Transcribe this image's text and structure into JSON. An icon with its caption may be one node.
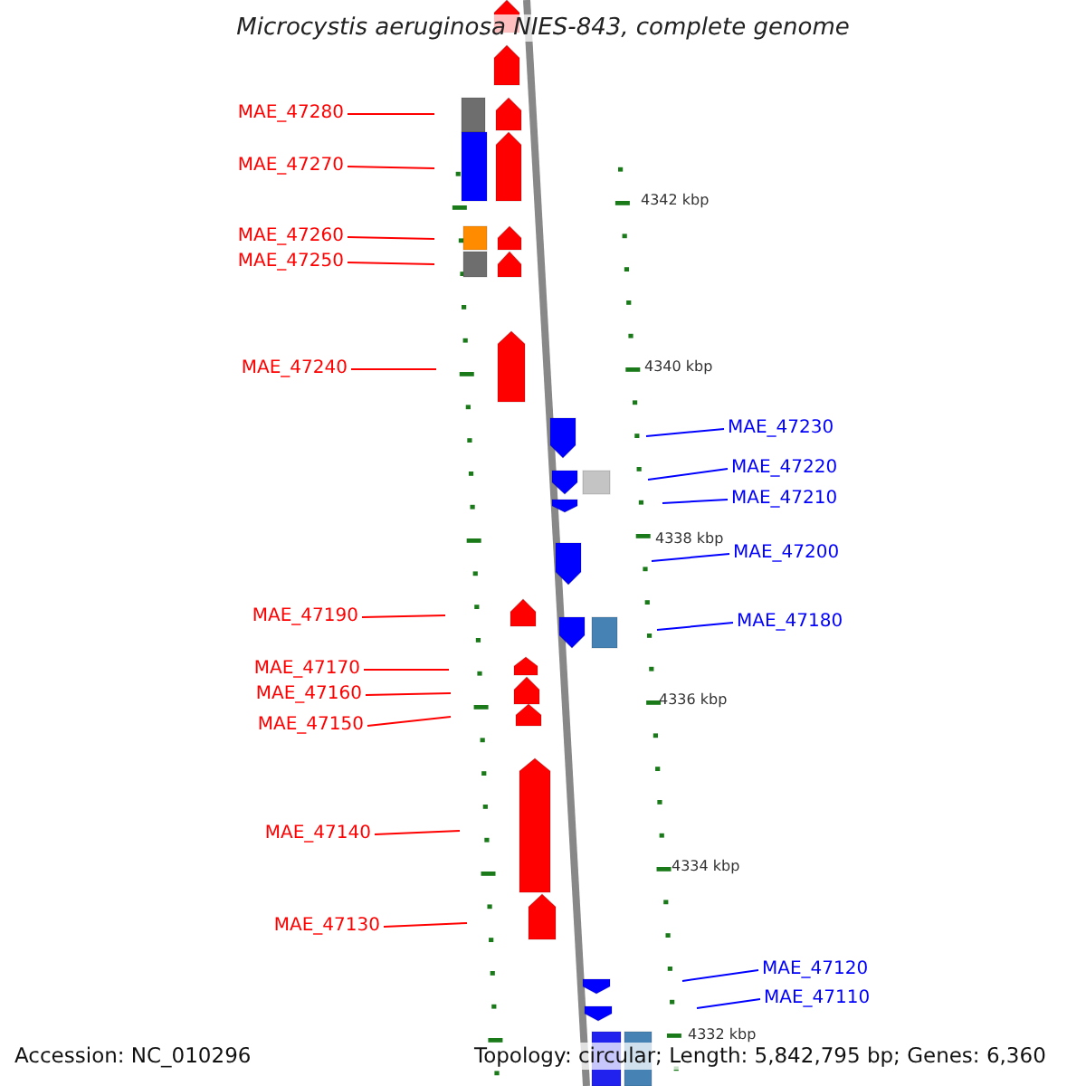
{
  "diagram": {
    "title": "Microcystis aeruginosa NIES-843, complete genome",
    "nodes": [
      {
        "text": [
          "MAE_47280"
        ]
      },
      {
        "text": [
          "MAE_47270"
        ]
      },
      {
        "text": [
          "MAE_47260"
        ]
      },
      {
        "text": [
          "MAE_47250"
        ]
      },
      {
        "text": [
          "MAE_47240"
        ]
      },
      {
        "text": [
          "MAE_47230"
        ]
      },
      {
        "text": [
          "MAE_47220"
        ]
      },
      {
        "text": [
          "MAE_47210"
        ]
      },
      {
        "text": [
          "MAE_47200"
        ]
      },
      {
        "text": [
          "MAE_47190"
        ]
      },
      {
        "text": [
          "MAE_47180"
        ]
      },
      {
        "text": [
          "MAE_47170"
        ]
      },
      {
        "text": [
          "MAE_47160"
        ]
      },
      {
        "text": [
          "MAE_47150"
        ]
      },
      {
        "text": [
          "MAE_47140"
        ]
      },
      {
        "text": [
          "MAE_47130"
        ]
      },
      {
        "text": [
          "MAE_47120"
        ]
      },
      {
        "text": [
          "MAE_47110"
        ]
      }
    ],
    "edges": [
      {
        "from": 0,
        "to": null,
        "arrow": "none"
      },
      {
        "from": 1,
        "to": null,
        "arrow": "none"
      },
      {
        "from": 2,
        "to": null,
        "arrow": "none"
      },
      {
        "from": 3,
        "to": null,
        "arrow": "none"
      },
      {
        "from": 4,
        "to": null,
        "arrow": "none"
      },
      {
        "from": 5,
        "to": null,
        "arrow": "none",
        "color": "#0000ff"
      },
      {
        "from": 6,
        "to": null,
        "arrow": "none",
        "color": "#0000ff"
      },
      {
        "from": 7,
        "to": null,
        "arrow": "none",
        "color": "#0000ff"
      },
      {
        "from": 8,
        "to": null,
        "arrow": "none",
        "color": "#0000ff"
      },
      {
        "from": 9,
        "to": null,
        "arrow": "none"
      },
      {
        "from": 10,
        "to": null,
        "arrow": "none",
        "color": "#0000ff"
      },
      {
        "from": 11,
        "to": null,
        "arrow": "none"
      },
      {
        "from": 12,
        "to": null,
        "arrow": "none"
      },
      {
        "from": 13,
        "to": null,
        "arrow": "none"
      },
      {
        "from": 14,
        "to": null,
        "arrow": "none"
      },
      {
        "from": 15,
        "to": null,
        "arrow": "none"
      },
      {
        "from": 16,
        "to": null,
        "arrow": "none",
        "color": "#0000ff"
      },
      {
        "from": 17,
        "to": null,
        "arrow": "none",
        "color": "#0000ff"
      }
    ],
    "labels": [
      "4342 kbp",
      "4340 kbp",
      "4338 kbp",
      "4336 kbp",
      "4334 kbp",
      "4332 kbp",
      "Accession: NC_010296",
      "Topology: circular; Length: 5,842,795 bp; Genes: 6,360"
    ]
  }
}
